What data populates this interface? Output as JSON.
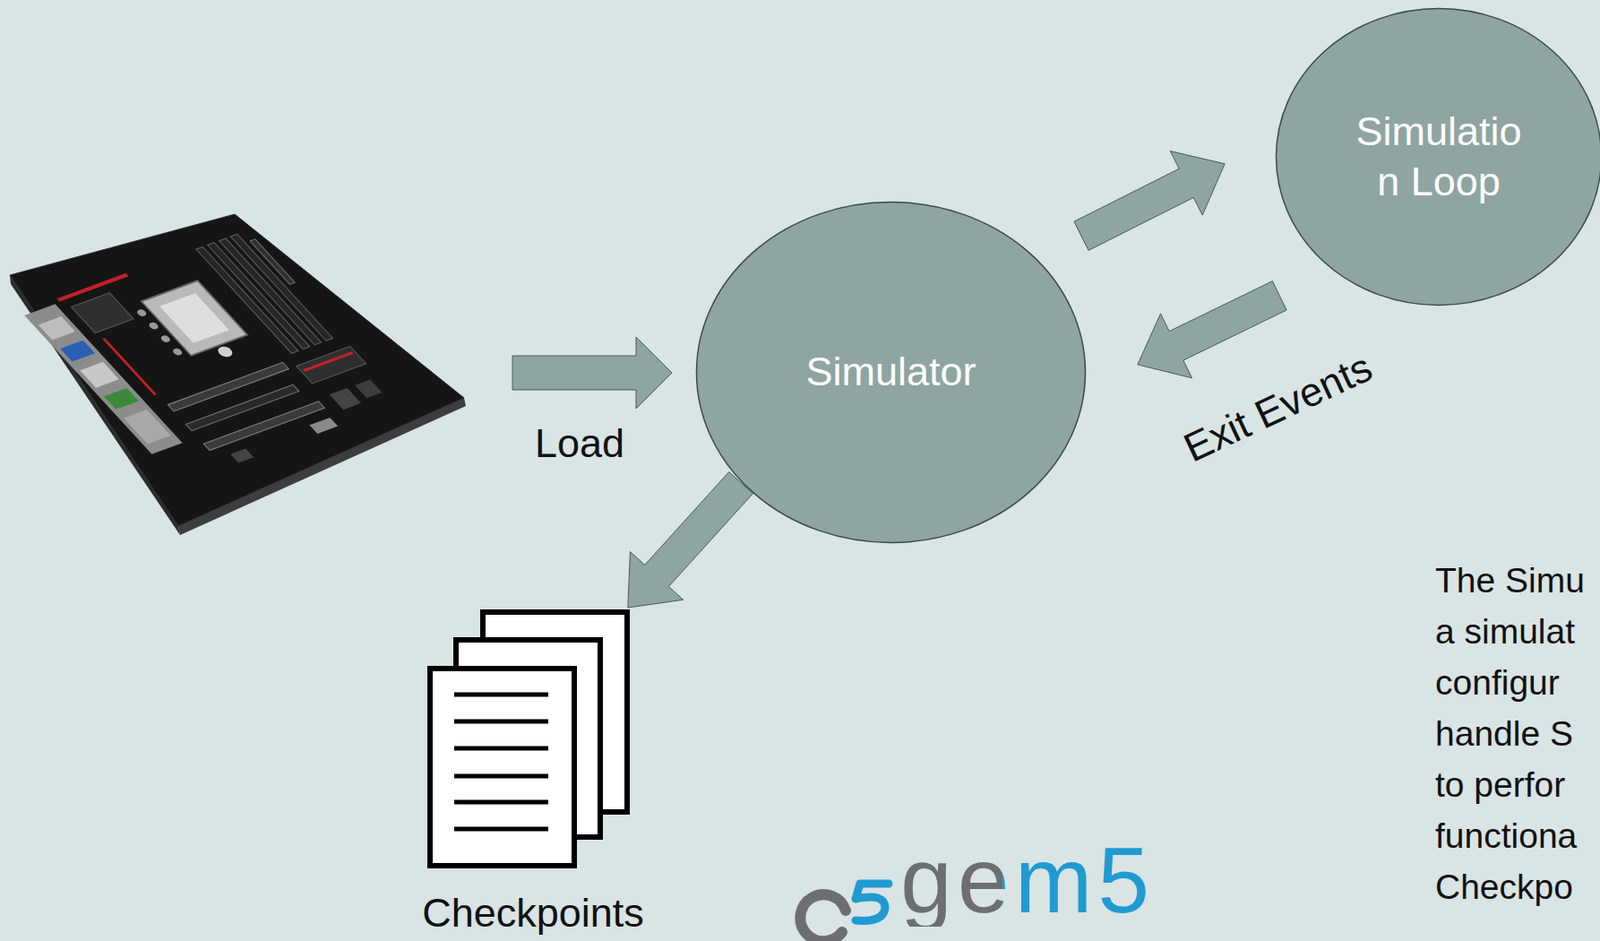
{
  "diagram": {
    "nodes": [
      {
        "text": [
          "Simulator"
        ]
      },
      {
        "text": [
          "Simulatio n Loop"
        ]
      },
      {
        "text": [
          "Checkpoints"
        ]
      }
    ],
    "edges": [
      {
        "from": 0,
        "to": 1,
        "arrow": "to"
      },
      {
        "from": 1,
        "to": 0,
        "arrow": "to",
        "label": "Exit Events"
      },
      {
        "from": 0,
        "to": 2,
        "arrow": "to"
      }
    ],
    "labels": [
      "Load",
      "The Simu a simulat configur handle S to perfor functiona Checkpo",
      "gem5"
    ]
  }
}
